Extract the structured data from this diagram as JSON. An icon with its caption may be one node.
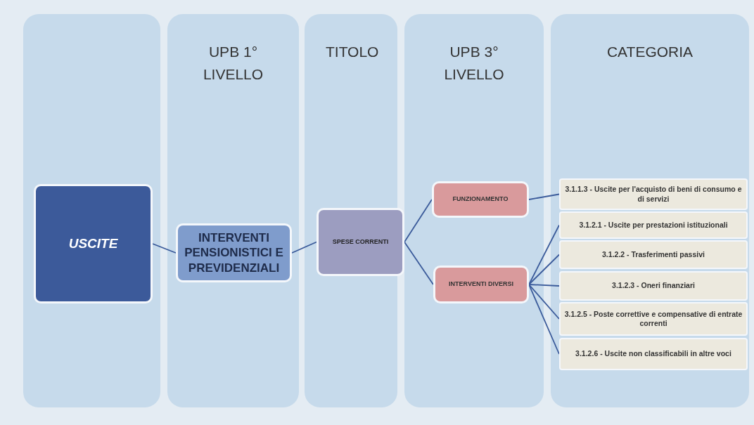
{
  "diagram": {
    "nodes": [
      {
        "text": [],
        "shape": "box"
      },
      {
        "text": [
          "USCITE"
        ],
        "in": 0
      },
      {
        "text": [
          "UPB 1° LIVELLO"
        ]
      },
      {
        "text": [
          "INTERVENTI PENSIONISTICI E PREVIDENZIALI"
        ],
        "in": 2
      },
      {
        "text": [
          "TITOLO"
        ]
      },
      {
        "text": [
          "SPESE CORRENTI"
        ],
        "in": 4
      },
      {
        "text": [
          "UPB 3° LIVELLO"
        ]
      },
      {
        "text": [
          "FUNZIONAMENTO"
        ],
        "in": 6
      },
      {
        "text": [
          "INTERVENTI DIVERSI"
        ],
        "in": 6
      },
      {
        "text": [
          "CATEGORIA"
        ]
      },
      {
        "text": [
          "3.1.1.3 - Uscite per l'acquisto di beni di consumo e di servizi"
        ],
        "in": 9
      },
      {
        "text": [
          "3.1.2.1 - Uscite per prestazioni istituzionali"
        ],
        "in": 9
      },
      {
        "text": [
          "3.1.2.2 - Trasferimenti passivi"
        ],
        "in": 9
      },
      {
        "text": [
          "3.1.2.3 - Oneri finanziari"
        ],
        "in": 9
      },
      {
        "text": [
          "3.1.2.5 - Poste correttive e compensative di entrate correnti"
        ],
        "in": 9
      },
      {
        "text": [
          "3.1.2.6 - Uscite non classificabili in altre voci"
        ],
        "in": 9
      }
    ],
    "edges": [
      {
        "from": 1,
        "to": 3,
        "arrow": "none"
      },
      {
        "from": 3,
        "to": 5,
        "arrow": "none"
      },
      {
        "from": 5,
        "to": 7,
        "arrow": "none"
      },
      {
        "from": 5,
        "to": 8,
        "arrow": "none"
      },
      {
        "from": 7,
        "to": 10,
        "arrow": "none"
      },
      {
        "from": 8,
        "to": 11,
        "arrow": "none"
      },
      {
        "from": 8,
        "to": 12,
        "arrow": "none"
      },
      {
        "from": 8,
        "to": 13,
        "arrow": "none"
      },
      {
        "from": 8,
        "to": 14,
        "arrow": "none"
      },
      {
        "from": 8,
        "to": 15,
        "arrow": "none"
      }
    ]
  }
}
